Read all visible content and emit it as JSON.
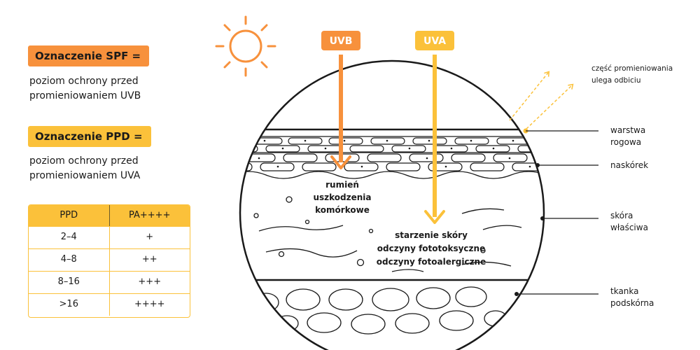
{
  "left": {
    "spf_tag": "Oznaczenie SPF =",
    "spf_desc_line1": "poziom ochrony przed",
    "spf_desc_line2": "promieniowaniem UVB",
    "ppd_tag": "Oznaczenie PPD =",
    "ppd_desc_line1": "poziom ochrony przed",
    "ppd_desc_line2": "promieniowaniem UVA"
  },
  "table": {
    "headers": [
      "PPD",
      "PA++++"
    ],
    "rows": [
      [
        "2–4",
        "+"
      ],
      [
        "4–8",
        "++"
      ],
      [
        "8–16",
        "+++"
      ],
      [
        ">16",
        "++++"
      ]
    ]
  },
  "colors": {
    "orange": "#f7913c",
    "yellow": "#fbc13a"
  },
  "diagram": {
    "uvb_label": "UVB",
    "uva_label": "UVA",
    "uvb_effect_line1": "rumień",
    "uvb_effect_line2": "uszkodzenia",
    "uvb_effect_line3": "komórkowe",
    "uva_effect_line1": "starzenie skóry",
    "uva_effect_line2": "odczyny fototoksyczne",
    "uva_effect_line3": "odczyny fotoalergiczne",
    "reflect_line1": "część promieniowania",
    "reflect_line2": "ulega odbiciu",
    "layer1_line1": "warstwa",
    "layer1_line2": "rogowa",
    "layer2": "naskórek",
    "layer3_line1": "skóra",
    "layer3_line2": "właściwa",
    "layer4_line1": "tkanka",
    "layer4_line2": "podskórna"
  }
}
